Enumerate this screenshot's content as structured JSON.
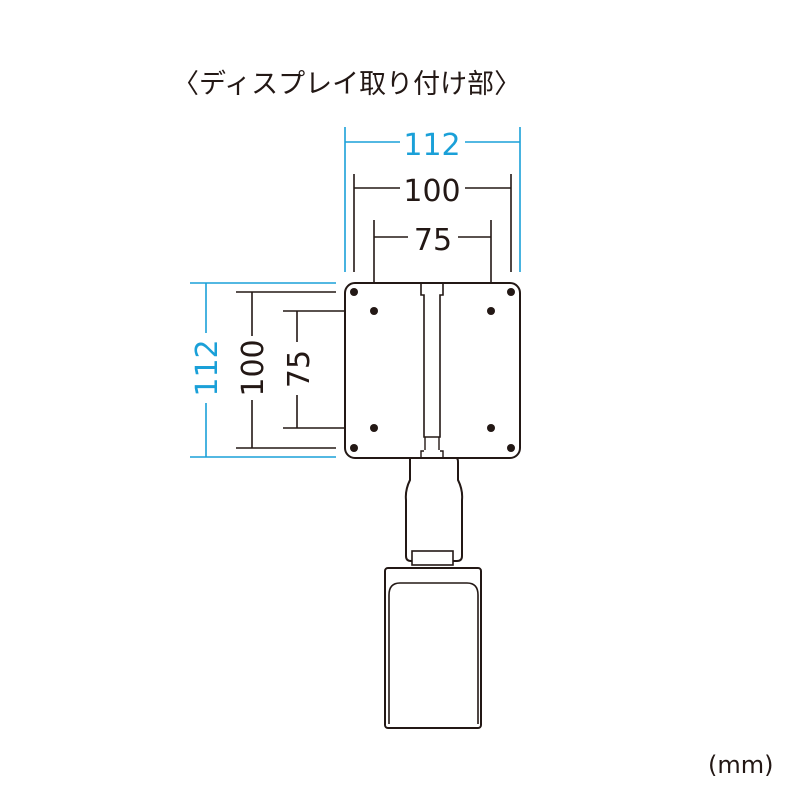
{
  "title": "〈ディスプレイ取り付け部〉",
  "unit": "(mm)",
  "colors": {
    "line": "#231815",
    "accent": "#1aa0d8",
    "background": "#ffffff"
  },
  "dimensions": {
    "horizontal": {
      "outer": "112",
      "middle": "100",
      "inner": "75"
    },
    "vertical": {
      "outer": "112",
      "middle": "100",
      "inner": "75"
    }
  }
}
